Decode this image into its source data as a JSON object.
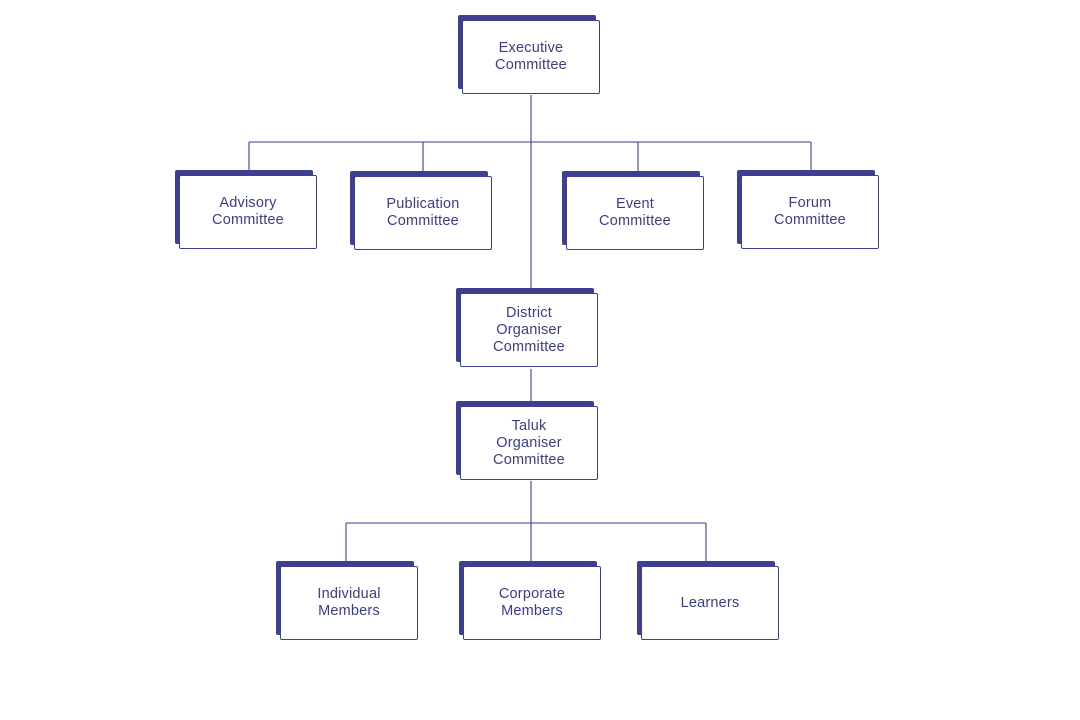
{
  "diagram": {
    "colors": {
      "line": "#3d3f91",
      "box_shadow": "#3d3f91",
      "box_border": "#3d3f91",
      "text": "#3a3c8e",
      "background": "#ffffff"
    },
    "nodes": {
      "executive": {
        "label": "Executive\nCommittee"
      },
      "advisory": {
        "label": "Advisory\nCommittee"
      },
      "publication": {
        "label": "Publication\nCommittee"
      },
      "event": {
        "label": "Event\nCommittee"
      },
      "forum": {
        "label": "Forum\nCommittee"
      },
      "district": {
        "label": "District\nOrganiser\nCommittee"
      },
      "taluk": {
        "label": "Taluk\nOrganiser\nCommittee"
      },
      "individual": {
        "label": "Individual\nMembers"
      },
      "corporate": {
        "label": "Corporate\nMembers"
      },
      "learners": {
        "label": "Learners"
      }
    },
    "edges": [
      [
        "executive",
        "advisory"
      ],
      [
        "executive",
        "publication"
      ],
      [
        "executive",
        "event"
      ],
      [
        "executive",
        "forum"
      ],
      [
        "executive",
        "district"
      ],
      [
        "district",
        "taluk"
      ],
      [
        "taluk",
        "individual"
      ],
      [
        "taluk",
        "corporate"
      ],
      [
        "taluk",
        "learners"
      ]
    ]
  }
}
